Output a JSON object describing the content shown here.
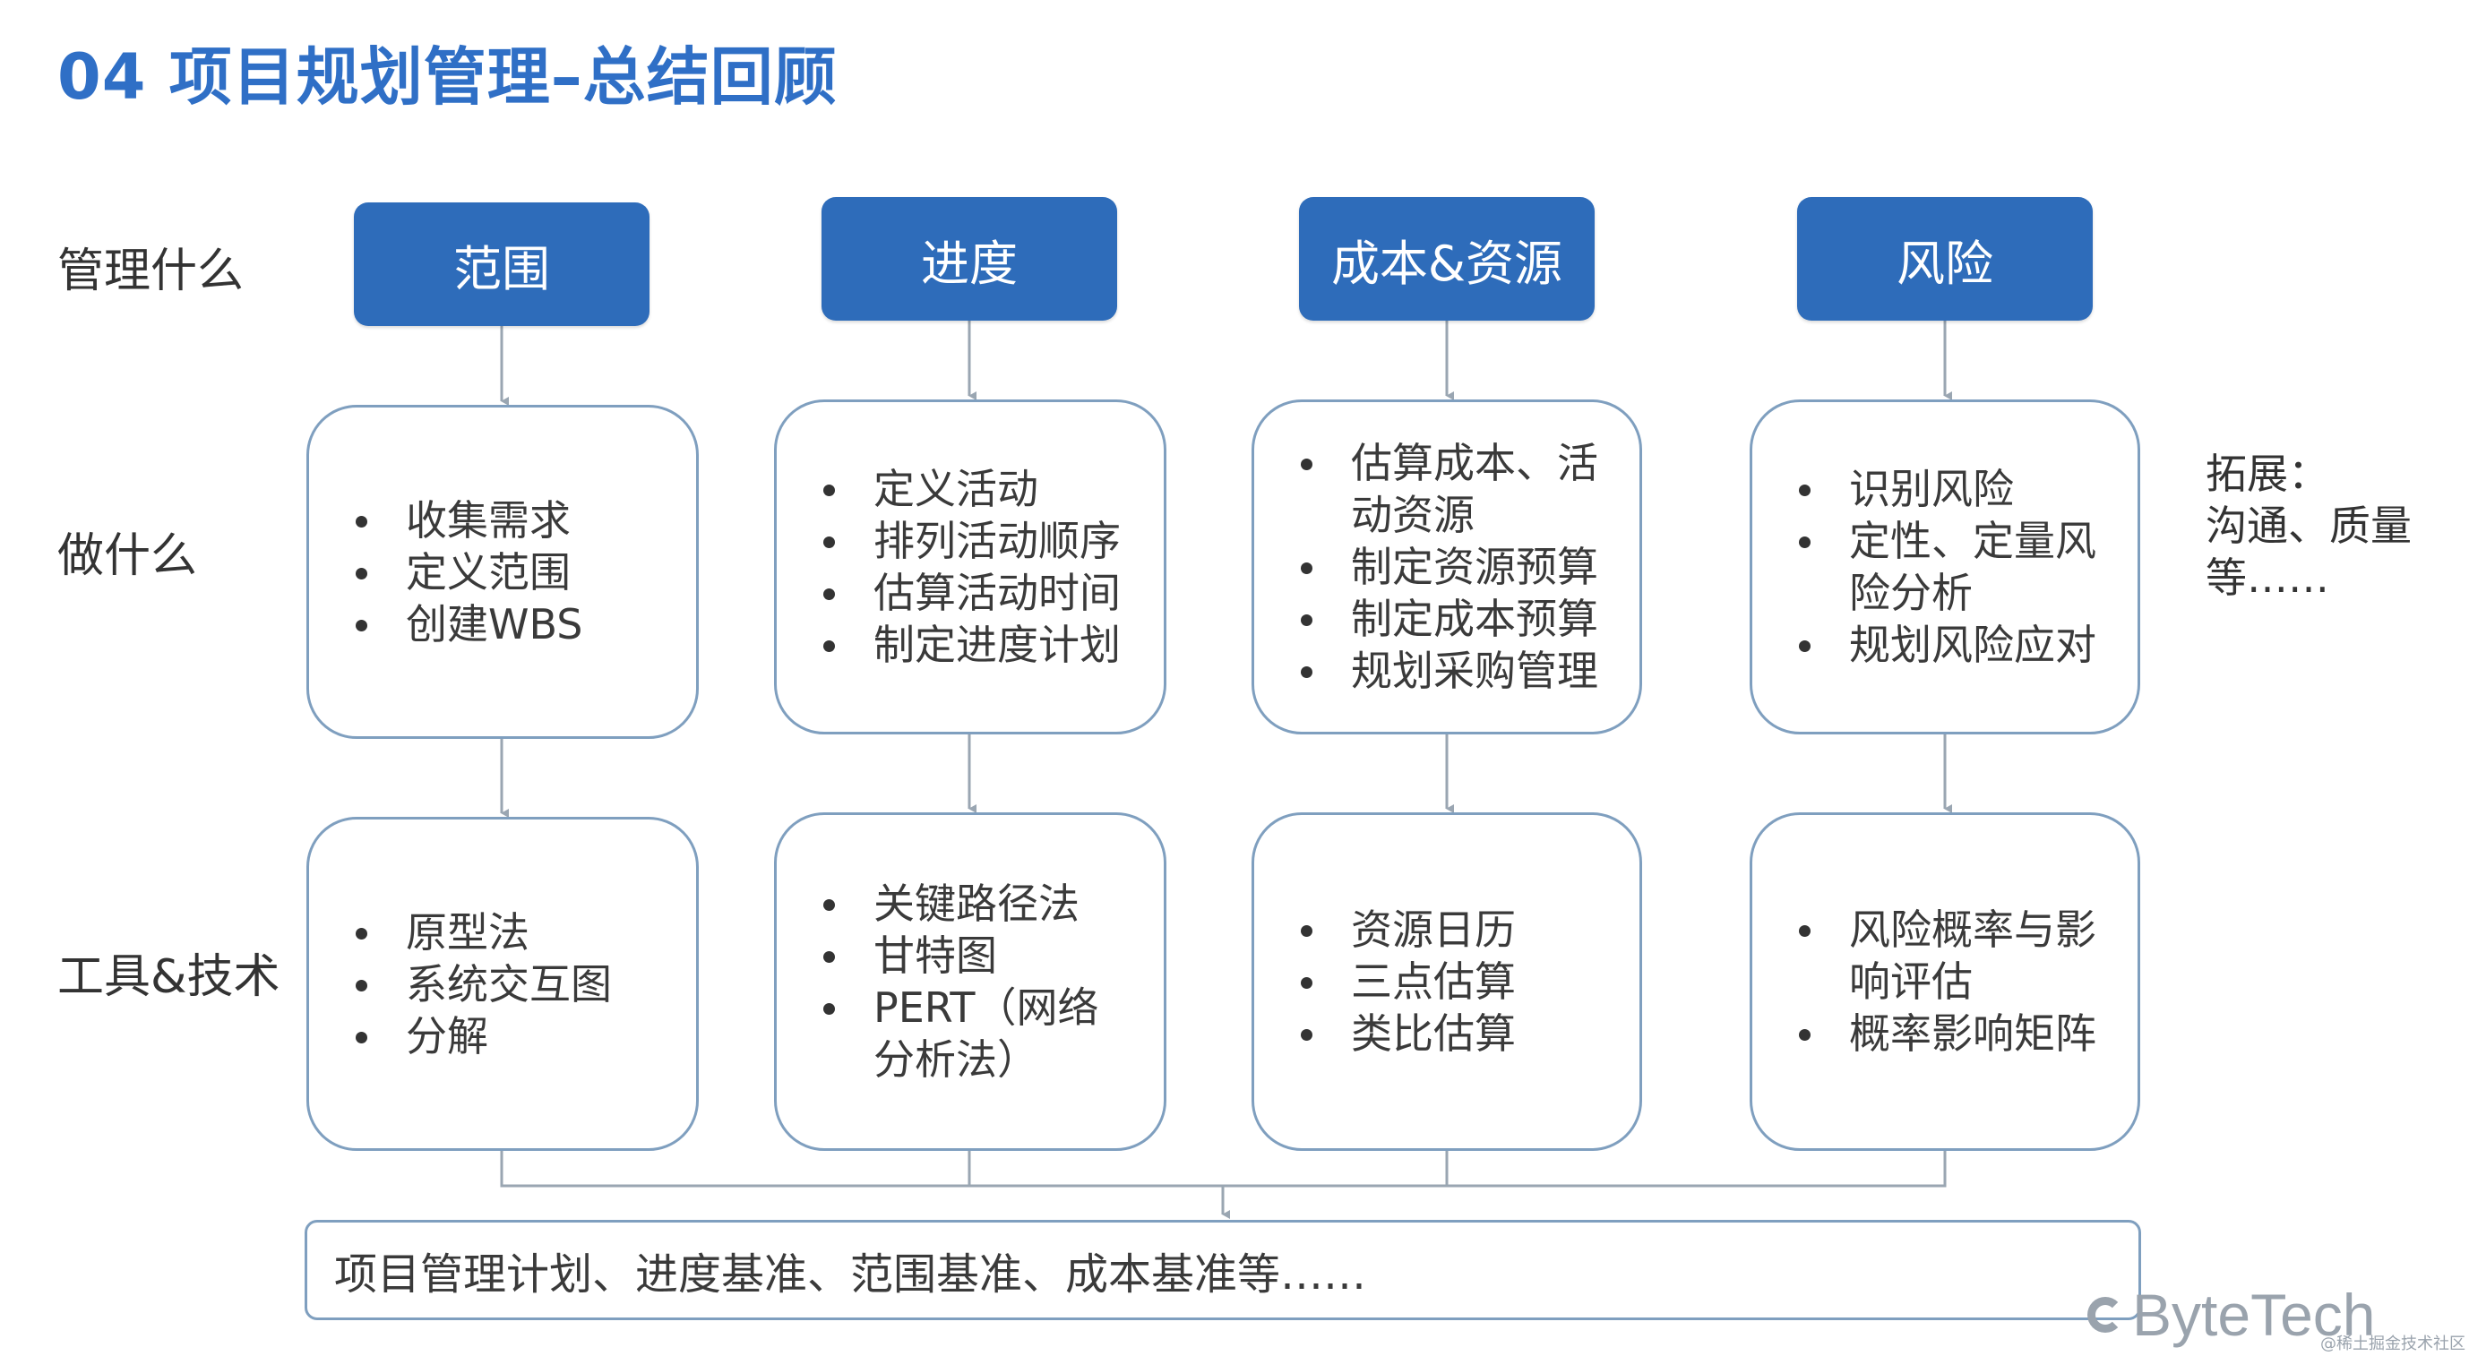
{
  "title": "04 项目规划管理–总结回顾",
  "row_labels": {
    "what_to_manage": "管理什么",
    "what_to_do": "做什么",
    "tools": "工具&技术"
  },
  "columns": [
    {
      "header": "范围",
      "activities": [
        "收集需求",
        "定义范围",
        "创建WBS"
      ],
      "tools": [
        "原型法",
        "系统交互图",
        "分解"
      ]
    },
    {
      "header": "进度",
      "activities": [
        "定义活动",
        "排列活动顺序",
        "估算活动时间",
        "制定进度计划"
      ],
      "tools": [
        "关键路径法",
        "甘特图",
        "PERT（网络分析法）"
      ]
    },
    {
      "header": "成本&资源",
      "activities": [
        "估算成本、活动资源",
        "制定资源预算",
        "制定成本预算",
        "规划采购管理"
      ],
      "tools": [
        "资源日历",
        "三点估算",
        "类比估算"
      ]
    },
    {
      "header": "风险",
      "activities": [
        "识别风险",
        "定性、定量风险分析",
        "规划风险应对"
      ],
      "tools": [
        "风险概率与影响评估",
        "概率影响矩阵"
      ]
    }
  ],
  "extension": {
    "label": "拓展：",
    "text": "沟通、质量等……"
  },
  "summary": "项目管理计划、进度基准、范围基准、成本基准等……",
  "logo": "ByteTech",
  "watermark": "@稀土掘金技术社区",
  "colors": {
    "title": "#2f6fc6",
    "header_fill": "#2e6cba",
    "box_border": "#7f9fbf",
    "connector": "#9aa6b2"
  }
}
